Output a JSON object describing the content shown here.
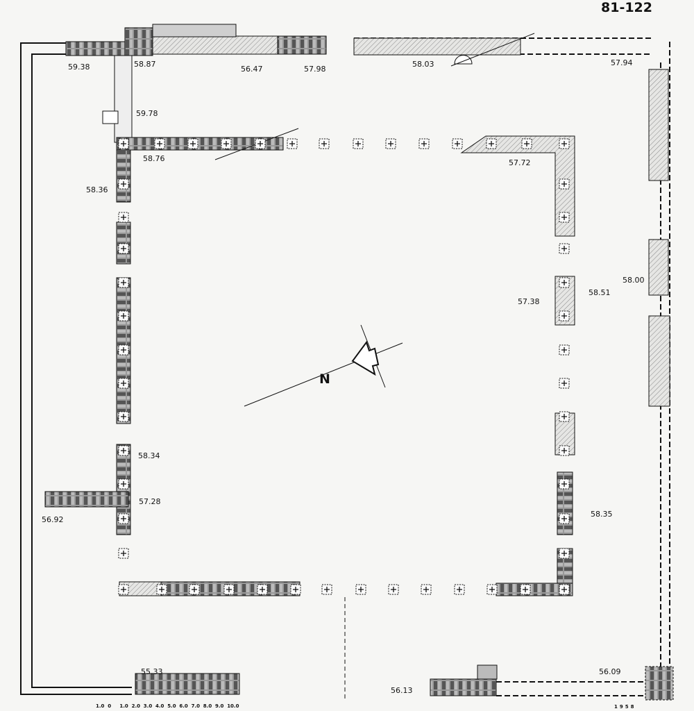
{
  "sheet_number": "81-122",
  "year": "1958",
  "north_label": "N",
  "scale_labels": [
    "1.0",
    "0",
    "1.0",
    "2.0",
    "3.0",
    "4.0",
    "5.0",
    "6.0",
    "7.0",
    "8.0",
    "9.0",
    "10.0"
  ],
  "elevations": {
    "e1": "59.38",
    "e2": "58.87",
    "e3": "56.47",
    "e4": "57.98",
    "e5": "58.03",
    "e6": "57.94",
    "e7": "59.78",
    "e8": "58.76",
    "e9": "58.36",
    "e10": "57.72",
    "e11": "58.00",
    "e12": "57.38",
    "e13": "58.51",
    "e14": "58.34",
    "e15": "57.28",
    "e16": "56.92",
    "e17": "58.35",
    "e18": "55.33",
    "e19": "56.13",
    "e20": "56.09"
  },
  "colors": {
    "ink": "#111111",
    "paper": "#f6f6f4",
    "hatch": "#cfcfcf",
    "block": "#555555"
  }
}
